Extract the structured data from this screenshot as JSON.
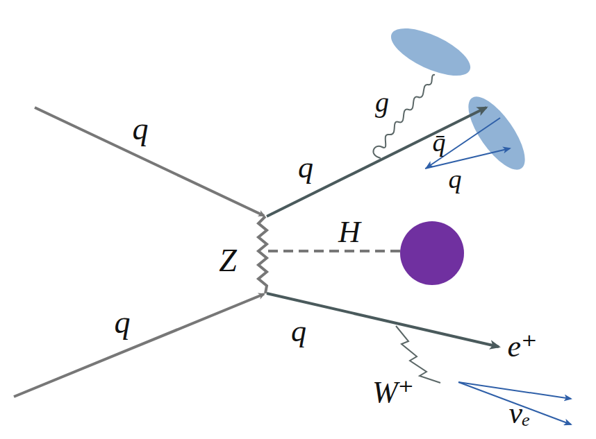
{
  "diagram": {
    "nodes": [
      {
        "text": [
          "g",
          "q",
          "q̄",
          "q",
          "H",
          "q",
          "e⁺",
          "W⁺",
          "νₑ"
        ]
      }
    ],
    "labels": [
      "q",
      "Z",
      "q"
    ]
  }
}
